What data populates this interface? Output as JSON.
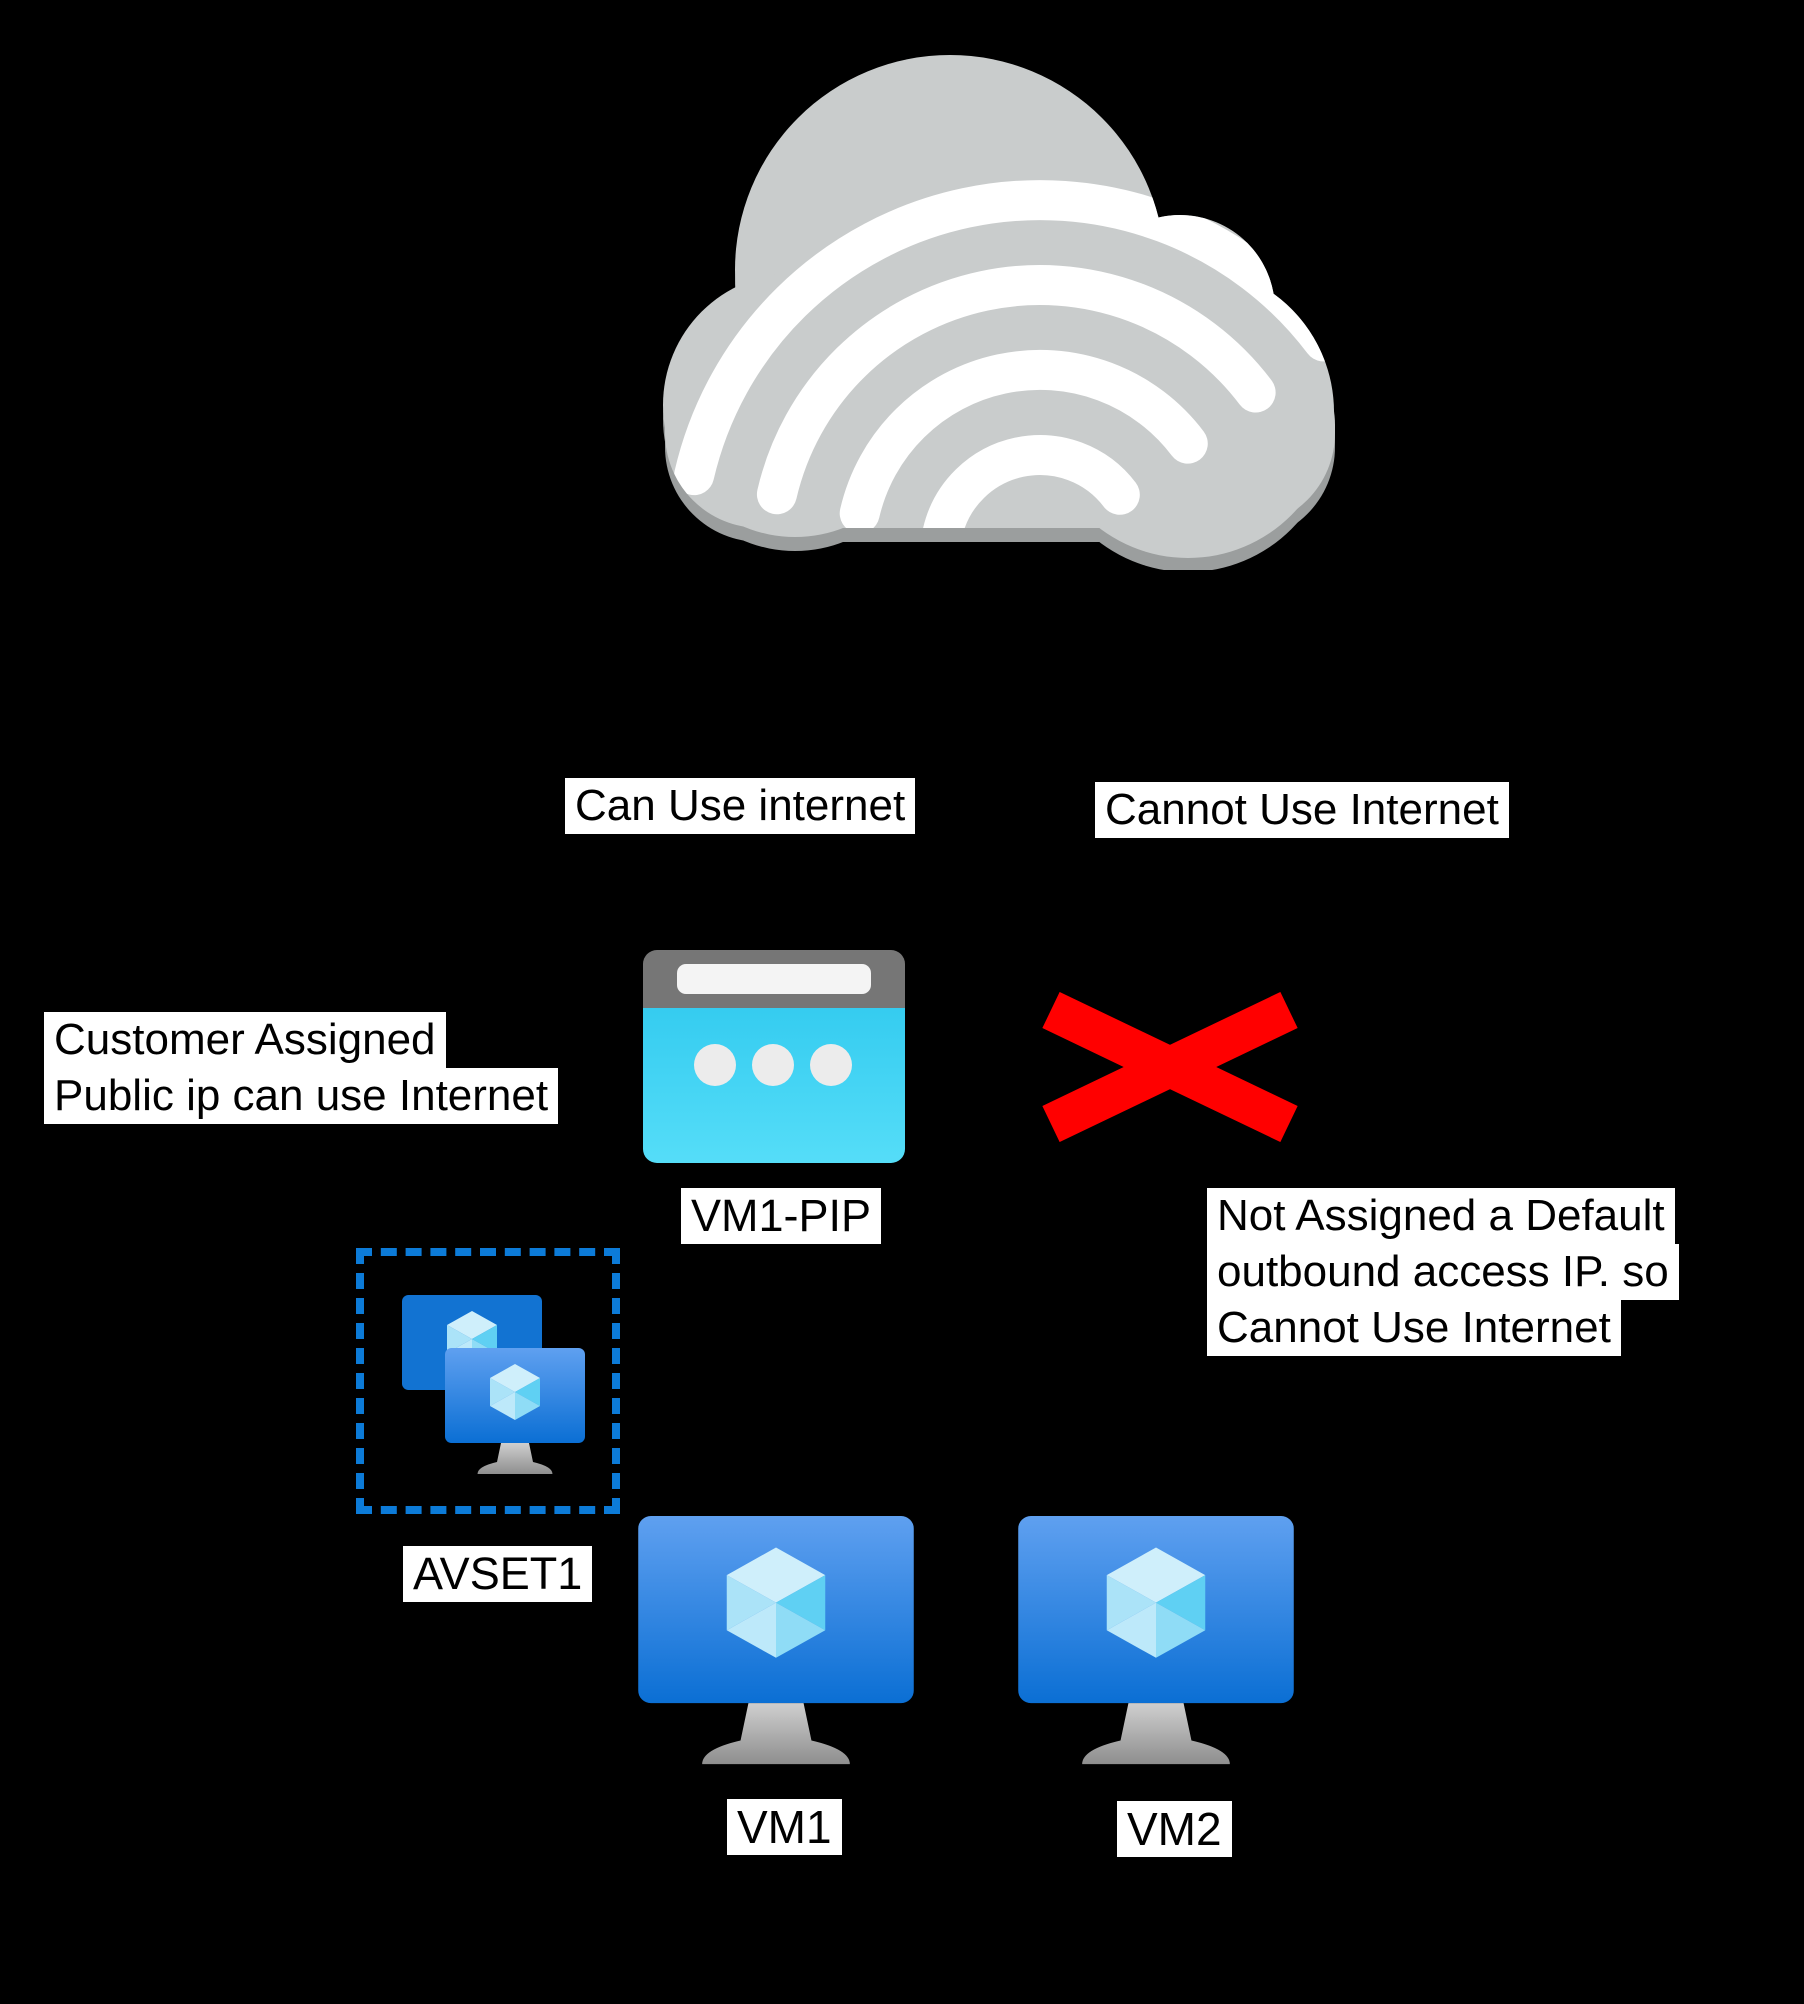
{
  "diagram": {
    "title_hint": "Azure default outbound access diagram",
    "background": "#000000"
  },
  "labels": {
    "can_use": "Can Use internet",
    "cannot_use": "Cannot Use Internet",
    "customer_lines": [
      "Customer Assigned",
      "Public ip can use Internet"
    ],
    "vm1_pip": "VM1-PIP",
    "not_assigned_lines": [
      "Not Assigned a Default",
      "outbound access IP. so",
      "Cannot Use Internet"
    ],
    "avset": "AVSET1",
    "vm1": "VM1",
    "vm2": "VM2"
  },
  "icons": {
    "cloud": "internet-cloud-with-wifi",
    "browser": "public-ip-browser",
    "red_x": "blocked-cross",
    "avset": "availability-set-dashed-box",
    "vm": "virtual-machine-monitor"
  },
  "colors": {
    "cloud_gray": "#C9CCCC",
    "cloud_shadow": "#9B9E9E",
    "wifi_white": "#FFFFFF",
    "browser_bar_gray": "#767676",
    "browser_body_cyan": "#3FD2F3",
    "blocked_red": "#FF0000",
    "avset_dash_blue": "#0C7BD8",
    "monitor_blue_top": "#5FA0F0",
    "monitor_blue_bottom": "#0B6FD4",
    "back_screen_blue": "#1273D2",
    "label_bg": "#FFFFFF",
    "label_text": "#000000"
  }
}
